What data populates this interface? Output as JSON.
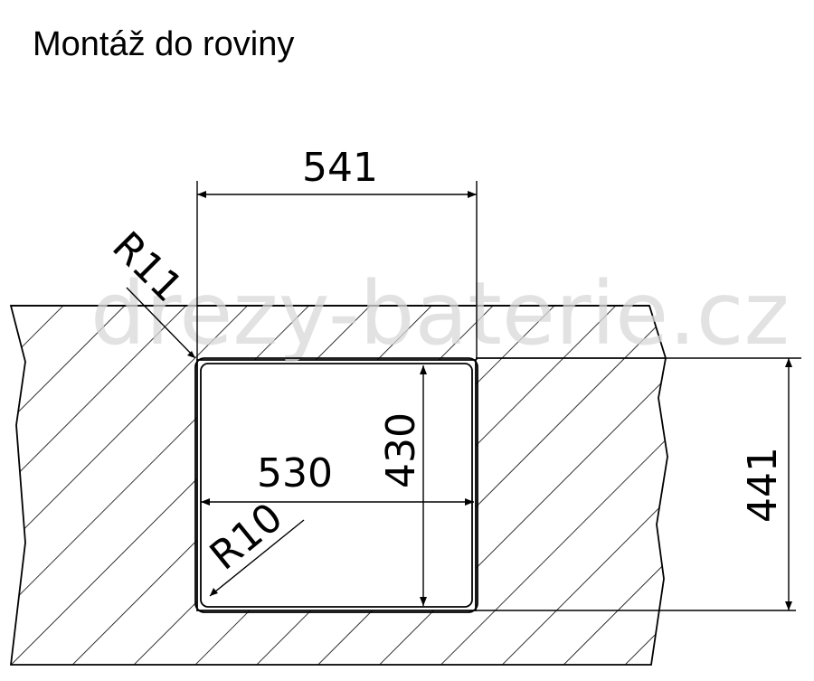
{
  "title": "Montáž do roviny",
  "watermark": "drezy-baterie.cz",
  "dimensions": {
    "cutout_width": "541",
    "corner_radius_outer": "R11",
    "bowl_width": "530",
    "bowl_depth": "430",
    "corner_radius_inner": "R10",
    "cutout_depth": "441"
  },
  "colors": {
    "line": "#000000",
    "watermark": "#d9d9d9"
  }
}
